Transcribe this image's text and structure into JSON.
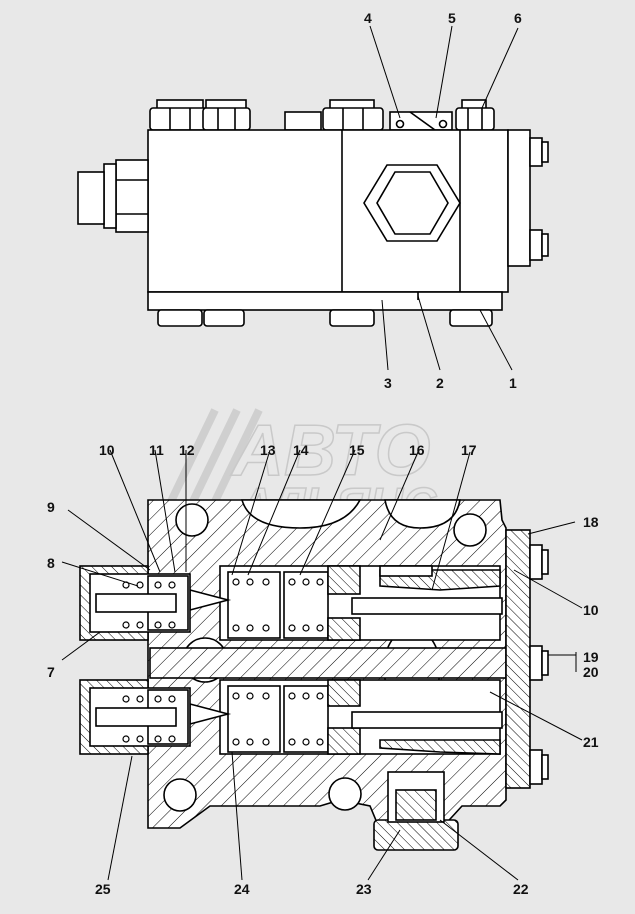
{
  "watermark": {
    "line1": "АВТО",
    "line2": "АЛЬЯНС"
  },
  "callouts": {
    "c1": "1",
    "c2": "2",
    "c3": "3",
    "c4": "4",
    "c5": "5",
    "c6": "6",
    "c7": "7",
    "c8": "8",
    "c9": "9",
    "c10a": "10",
    "c10b": "10",
    "c11": "11",
    "c12": "12",
    "c13": "13",
    "c14": "14",
    "c15": "15",
    "c16": "16",
    "c17": "17",
    "c18": "18",
    "c19": "19",
    "c20": "20",
    "c21": "21",
    "c22": "22",
    "c23": "23",
    "c24": "24",
    "c25": "25"
  }
}
